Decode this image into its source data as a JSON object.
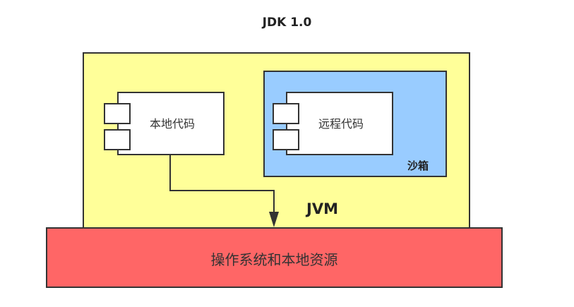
{
  "title": "JDK 1.0",
  "jvm": {
    "label": "JVM",
    "color": "#ffff99"
  },
  "sandbox": {
    "label": "沙箱",
    "color": "#99ccff"
  },
  "local_code": {
    "label": "本地代码"
  },
  "remote_code": {
    "label": "远程代码"
  },
  "os": {
    "label": "操作系统和本地资源",
    "color": "#ff6666"
  }
}
